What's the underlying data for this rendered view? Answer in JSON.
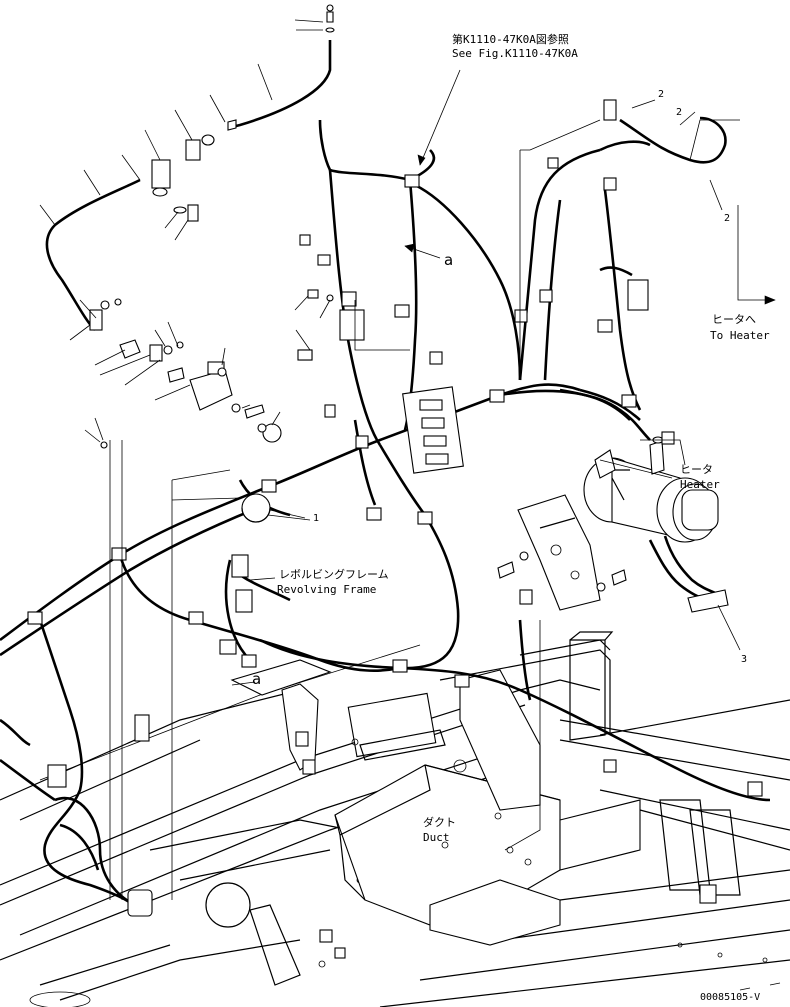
{
  "labels": {
    "fig_ref_ja": "第K1110-47K0A図参照",
    "fig_ref_en": "See Fig.K1110-47K0A",
    "heater_dest_ja": "ヒータへ",
    "heater_dest_en": "To Heater",
    "heater_ja": "ヒータ",
    "heater_en": "Heater",
    "frame_ja": "レボルビングフレーム",
    "frame_en": "Revolving Frame",
    "duct_ja": "ダクト",
    "duct_en": "Duct",
    "drawing_no": "00085105-V"
  },
  "callouts": {
    "c1": "1",
    "c2a": "2",
    "c2b": "2",
    "c2c": "2",
    "c3": "3"
  },
  "view_markers": {
    "a_upper": "a",
    "a_lower": "a"
  }
}
